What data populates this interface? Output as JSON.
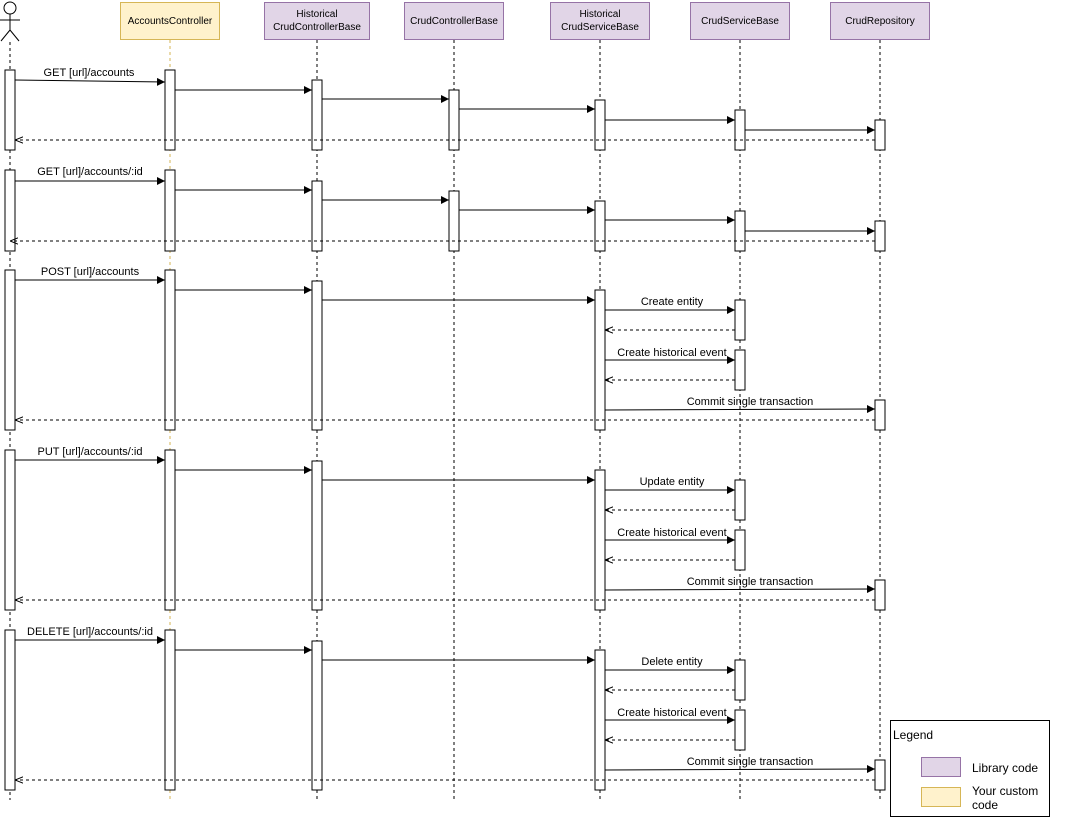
{
  "participants": [
    {
      "id": "accounts-controller",
      "label": "AccountsController",
      "kind": "custom"
    },
    {
      "id": "historical-crud-controller-base",
      "label": "Historical\nCrudControllerBase",
      "kind": "library"
    },
    {
      "id": "crud-controller-base",
      "label": "CrudControllerBase",
      "kind": "library"
    },
    {
      "id": "historical-crud-service-base",
      "label": "Historical\nCrudServiceBase",
      "kind": "library"
    },
    {
      "id": "crud-service-base",
      "label": "CrudServiceBase",
      "kind": "library"
    },
    {
      "id": "crud-repository",
      "label": "CrudRepository",
      "kind": "library"
    }
  ],
  "messages": {
    "get_all": "GET [url]/accounts",
    "get_one": "GET [url]/accounts/:id",
    "post": "POST [url]/accounts",
    "put": "PUT [url]/accounts/:id",
    "delete": "DELETE [url]/accounts/:id",
    "create_entity": "Create entity",
    "update_entity": "Update entity",
    "delete_entity": "Delete entity",
    "create_historical_event": "Create historical event",
    "commit_single_transaction": "Commit single transaction"
  },
  "legend": {
    "title": "Legend",
    "library_code": "Library code",
    "custom_code": "Your custom\ncode"
  },
  "colors": {
    "library_fill": "#e1d5e7",
    "library_stroke": "#9673a6",
    "custom_fill": "#fff2cc",
    "custom_stroke": "#d6b656"
  }
}
